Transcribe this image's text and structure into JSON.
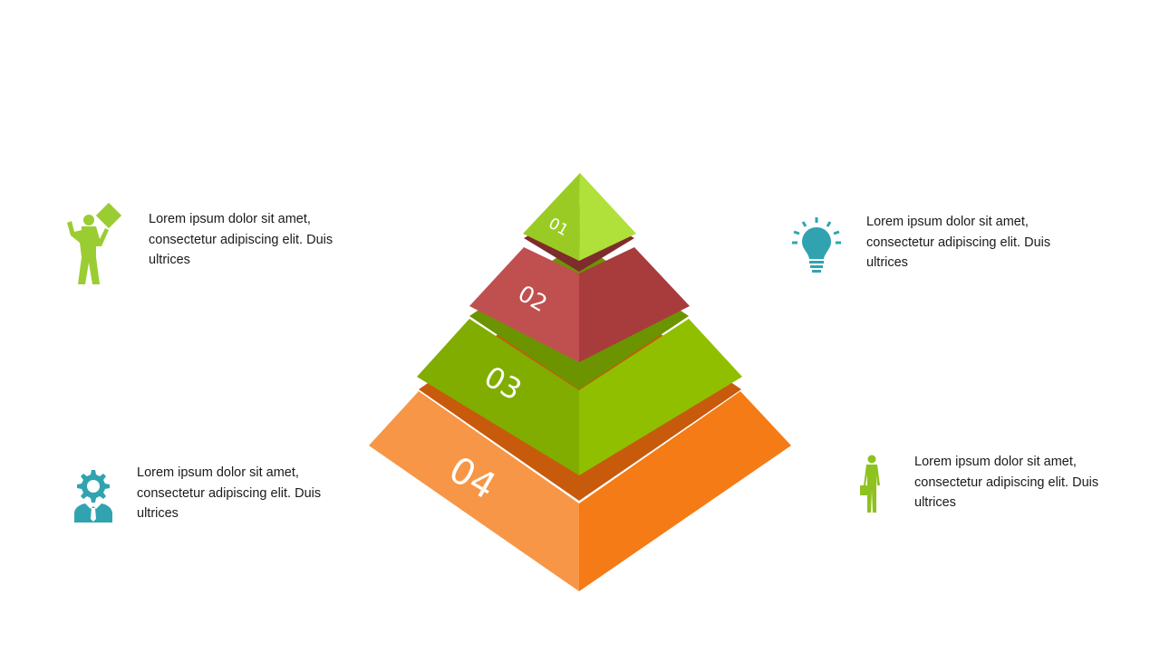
{
  "layers": [
    {
      "number": "01",
      "color_light": "#b0e03a",
      "color_dark": "#9acb24"
    },
    {
      "number": "02",
      "color_light": "#c05050",
      "color_dark": "#a83c3c"
    },
    {
      "number": "03",
      "color_light": "#80ad00",
      "color_dark": "#90bf00"
    },
    {
      "number": "04",
      "color_light": "#f79646",
      "color_dark": "#f47b15"
    }
  ],
  "items": [
    {
      "icon": "businessman-celebrating-icon",
      "lines": [
        "Lorem ipsum dolor sit amet,",
        "consectetur adipiscing elit. Duis",
        "ultrices"
      ]
    },
    {
      "icon": "lightbulb-icon",
      "lines": [
        "Lorem ipsum dolor sit amet,",
        "consectetur adipiscing elit. Duis",
        "ultrices"
      ]
    },
    {
      "icon": "businessman-gear-icon",
      "lines": [
        "Lorem ipsum dolor sit amet,",
        "consectetur adipiscing elit. Duis",
        "ultrices"
      ]
    },
    {
      "icon": "businessman-briefcase-icon",
      "lines": [
        "Lorem ipsum dolor sit amet,",
        "consectetur adipiscing elit. Duis",
        "ultrices"
      ]
    }
  ],
  "colors": {
    "green": "#9acd32",
    "teal": "#31a3b0",
    "text": "#1a1a1a"
  }
}
